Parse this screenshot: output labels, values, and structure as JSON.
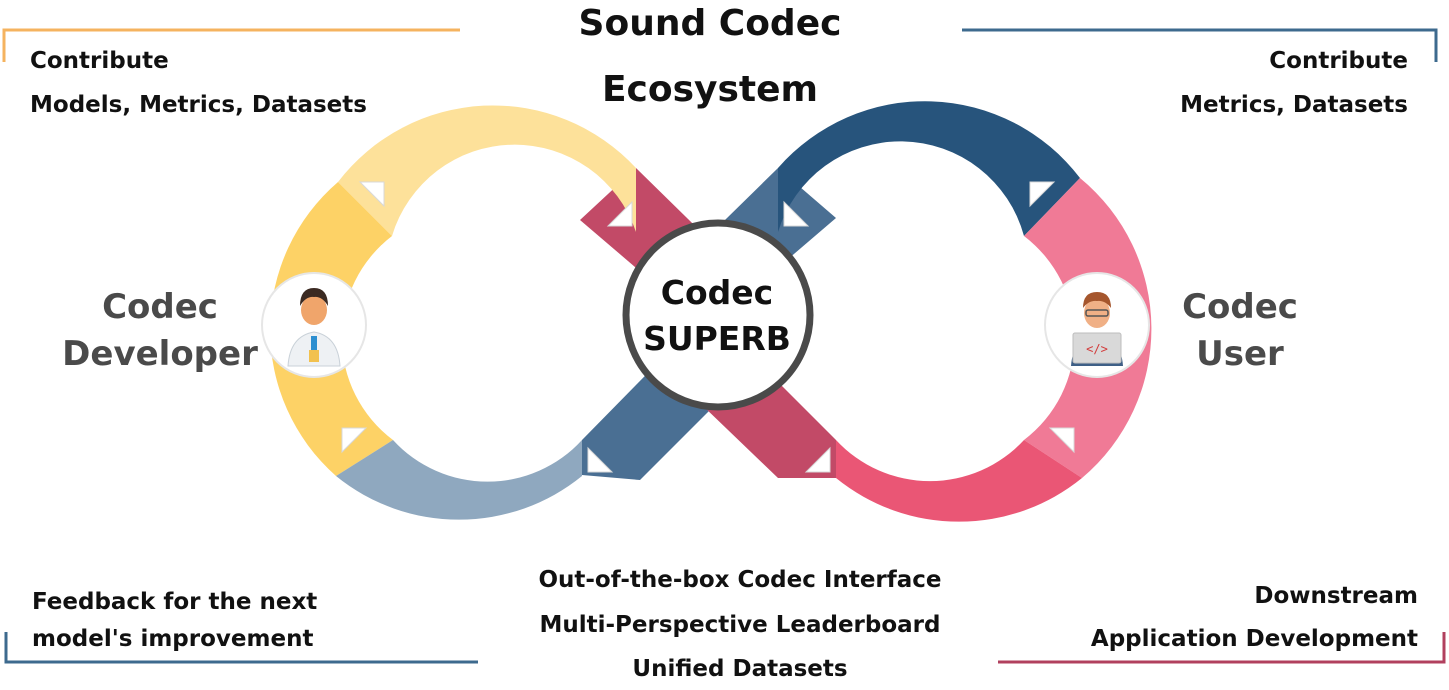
{
  "title": {
    "line1": "Sound Codec",
    "line2": "Ecosystem"
  },
  "center": {
    "line1": "Codec",
    "line2": "SUPERB"
  },
  "developer": {
    "line1": "Codec",
    "line2": "Developer",
    "icon": "developer-avatar-icon"
  },
  "user": {
    "line1": "Codec",
    "line2": "User",
    "icon": "programmer-avatar-icon"
  },
  "top_left": {
    "line1": "Contribute",
    "line2": "Models, Metrics, Datasets"
  },
  "top_right": {
    "line1": "Contribute",
    "line2": "Metrics, Datasets"
  },
  "bottom_left": {
    "line1": "Feedback for the next",
    "line2": "model's improvement"
  },
  "bottom_right": {
    "line1": "Downstream",
    "line2": "Application Development"
  },
  "bottom_center": {
    "items": [
      "Out-of-the-box Codec Interface",
      "Multi-Perspective Leaderboard",
      "Unified Datasets"
    ]
  },
  "colors": {
    "yellow_light": "#fde19a",
    "yellow": "#fdd266",
    "grayblue": "#8fa8bf",
    "steelblue": "#4a6f93",
    "navy": "#27547c",
    "pink": "#f07a96",
    "crimson": "#ea5675",
    "maroon": "#c24a67",
    "orange_line": "#f5b35f",
    "blue_line": "#3d6a8e",
    "red_line": "#b1405e"
  }
}
